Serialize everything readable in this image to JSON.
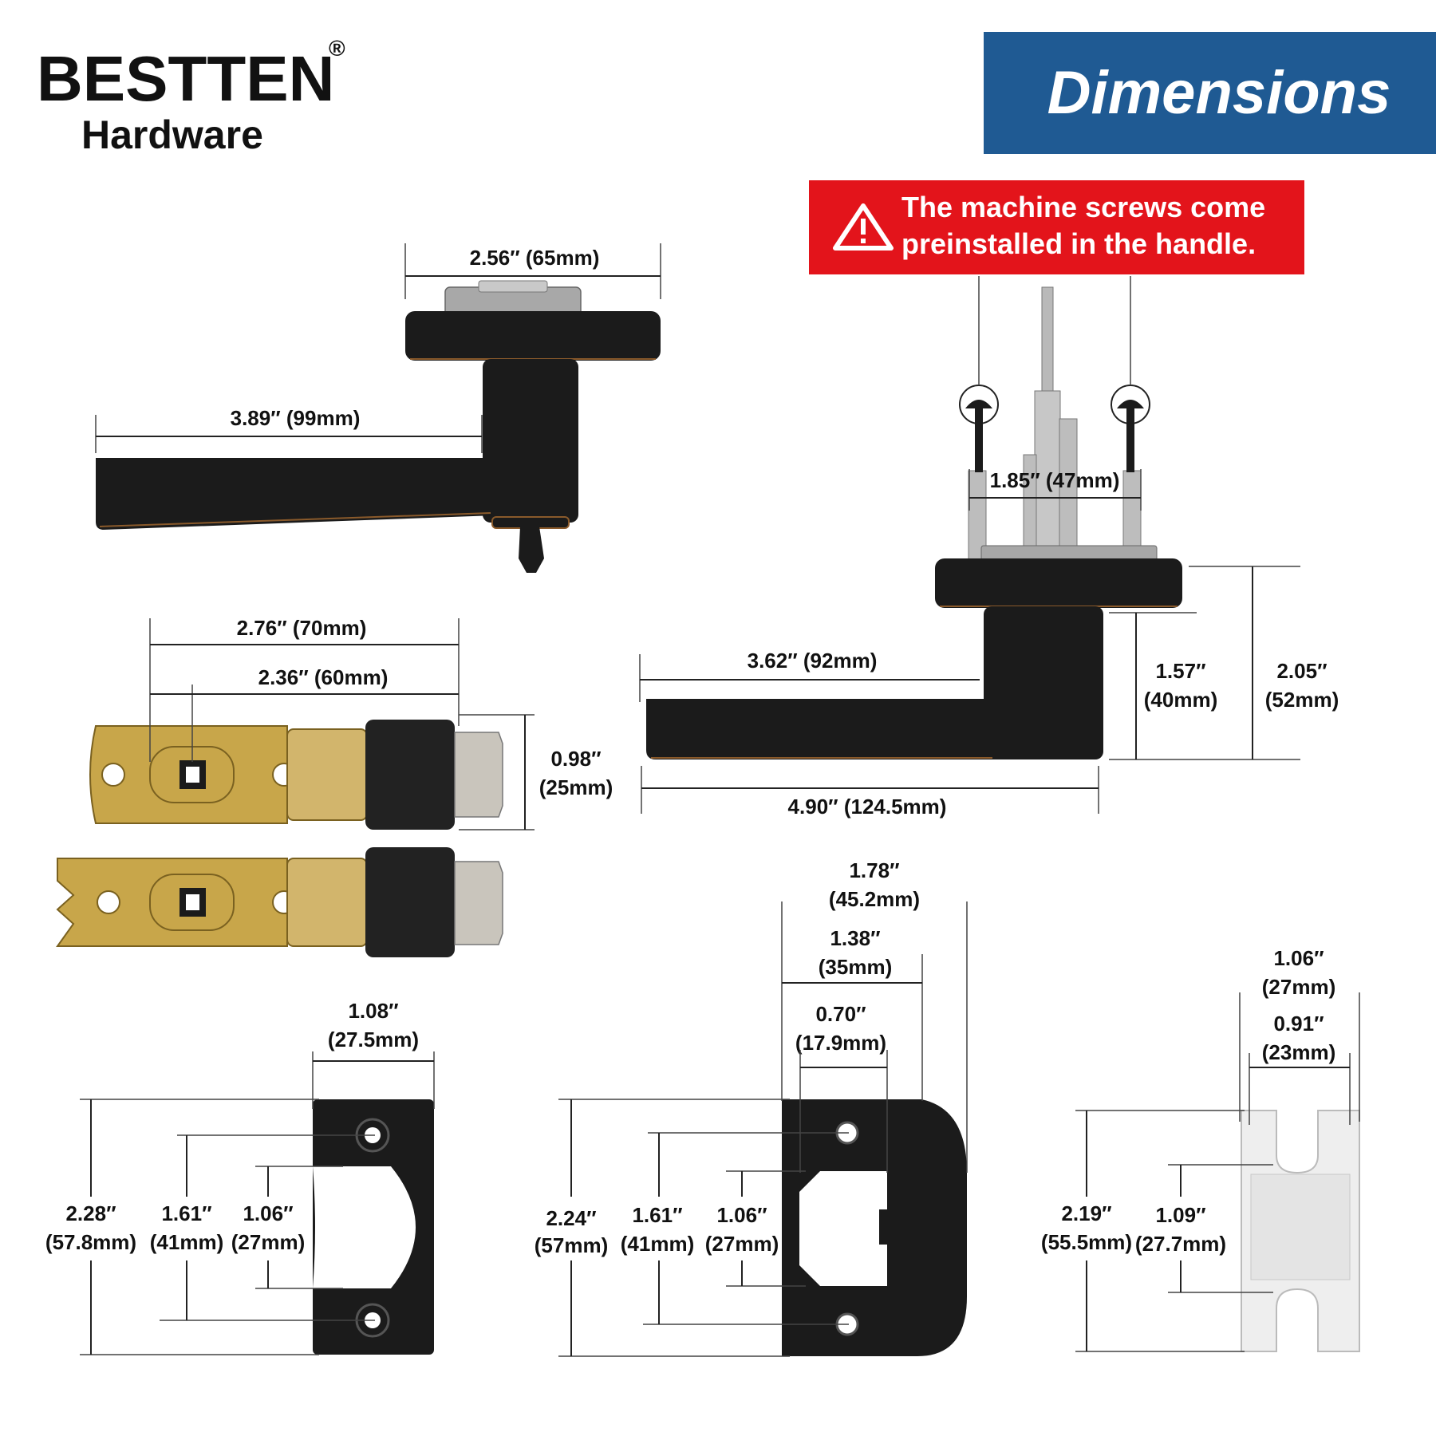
{
  "brand": {
    "name": "BESTTEN",
    "trademark": "®",
    "sub": "Hardware"
  },
  "header": {
    "title": "Dimensions"
  },
  "notice": {
    "icon": "warning-triangle-icon",
    "line1": "The machine screws come",
    "line2": "preinstalled in the handle."
  },
  "colors": {
    "header_bg": "#1f5a93",
    "notice_bg": "#e3141b",
    "hardware_black": "#1b1b1b",
    "brass": "#c8a64a"
  },
  "lever1": {
    "rose_width": "2.56″ (65mm)",
    "lever_length": "3.89″ (99mm)"
  },
  "lever2": {
    "screw_spacing": "1.85″ (47mm)",
    "lever_length": "3.62″ (92mm)",
    "overall_length": "4.90″ (124.5mm)",
    "proj_in": "1.57″",
    "proj_mm": "(40mm)",
    "total_in": "2.05″",
    "total_mm": "(52mm)"
  },
  "latch": {
    "backset_long": "2.76″ (70mm)",
    "backset_short": "2.36″ (60mm)",
    "face_in": "0.98″",
    "face_mm": "(25mm)"
  },
  "strike_plate": {
    "width_in": "1.08″",
    "width_mm": "(27.5mm)",
    "height_in": "2.28″",
    "height_mm": "(57.8mm)",
    "holes_in": "1.61″",
    "holes_mm": "(41mm)",
    "opening_in": "1.06″",
    "opening_mm": "(27mm)"
  },
  "t_strike": {
    "width_in": "1.78″",
    "width_mm": "(45.2mm)",
    "plate_in": "1.38″",
    "plate_mm": "(35mm)",
    "opening_w_in": "0.70″",
    "opening_w_mm": "(17.9mm)",
    "height_in": "2.24″",
    "height_mm": "(57mm)",
    "holes_in": "1.61″",
    "holes_mm": "(41mm)",
    "opening_in": "1.06″",
    "opening_mm": "(27mm)"
  },
  "dust_box": {
    "outer_in": "1.06″",
    "outer_mm": "(27mm)",
    "inner_in": "0.91″",
    "inner_mm": "(23mm)",
    "height_in": "2.19″",
    "height_mm": "(55.5mm)",
    "depth_in": "1.09″",
    "depth_mm": "(27.7mm)"
  }
}
